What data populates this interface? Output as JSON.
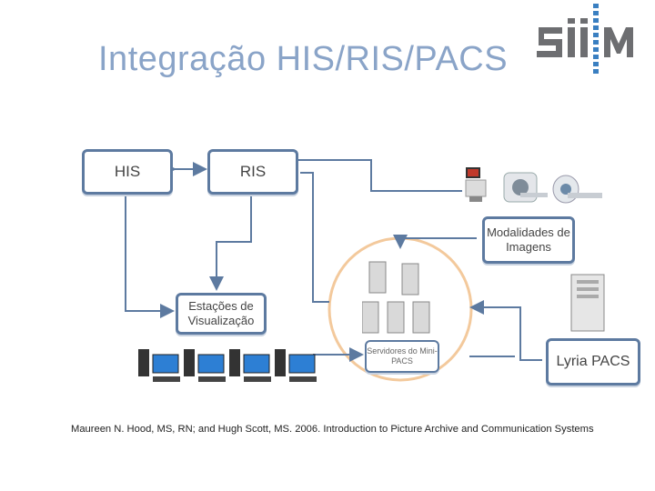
{
  "title": "Integração HIS/RIS/PACS",
  "logo_text": "SiiM",
  "colors": {
    "title": "#8aa4c8",
    "box_border": "#5d7aa0",
    "arc": "#f3c99c",
    "logo_grey": "#6d6e71",
    "logo_blue": "#3a7fc1"
  },
  "nodes": {
    "his": "HIS",
    "ris": "RIS",
    "modalidades": "Modalidades de Imagens",
    "estacoes": "Estações de Visualização",
    "servidores": "Servidores do Mini-PACS",
    "lyria": "Lyria PACS"
  },
  "icons": [
    "ultrasound-icon",
    "mri-scanner-icon",
    "ct-scanner-icon",
    "server-icon",
    "workstation-icon"
  ],
  "caption": "Maureen N. Hood, MS, RN; and Hugh Scott, MS. 2006. Introduction to Picture Archive and Communication Systems"
}
